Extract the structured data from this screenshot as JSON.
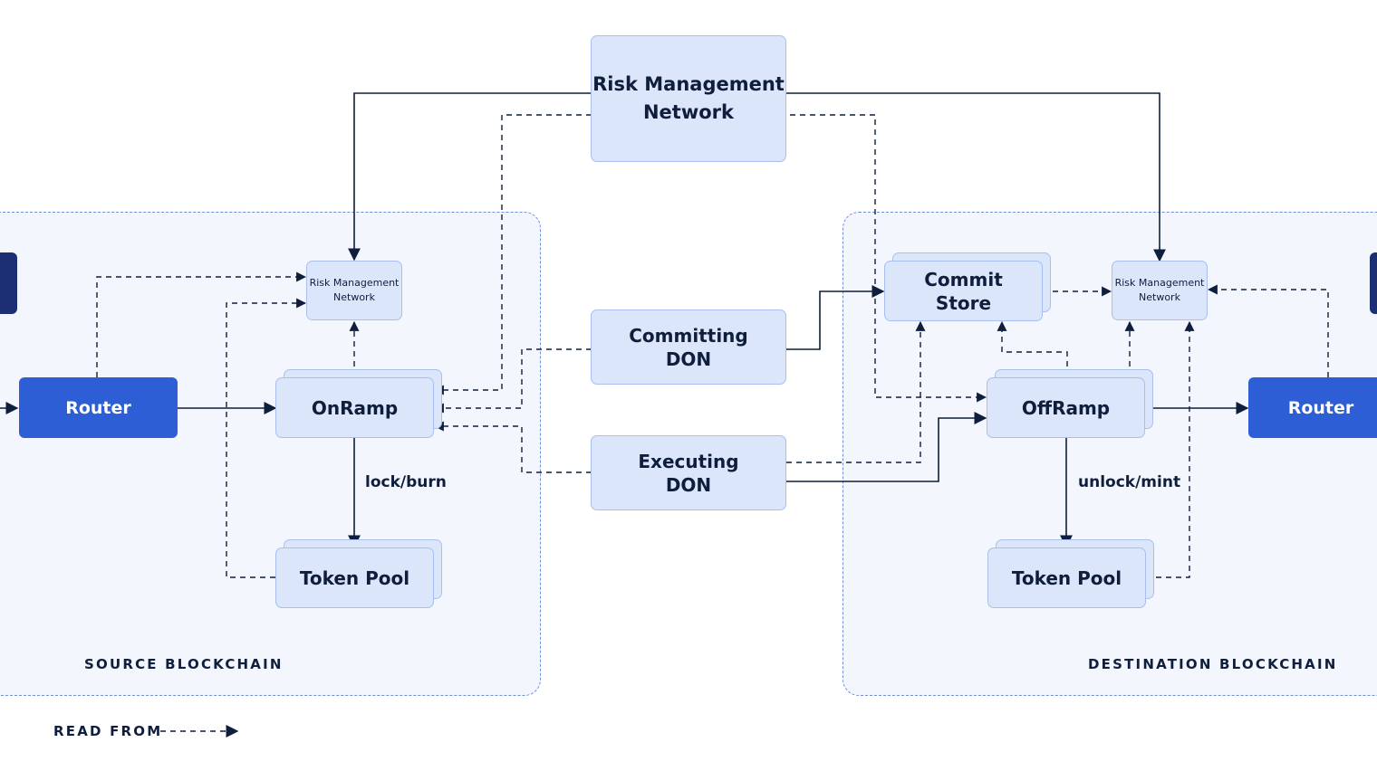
{
  "top": {
    "rmn_label": "Risk Management\nNetwork"
  },
  "middle": {
    "committing_don": "Committing\nDON",
    "executing_don": "Executing\nDON"
  },
  "source": {
    "region_label": "SOURCE BLOCKCHAIN",
    "router": "Router",
    "rmn": "Risk Management\nNetwork",
    "onramp": "OnRamp",
    "token_pool": "Token Pool",
    "edge_label": "lock/burn"
  },
  "destination": {
    "region_label": "DESTINATION BLOCKCHAIN",
    "router": "Router",
    "rmn": "Risk Management\nNetwork",
    "commit_store": "Commit\nStore",
    "offramp": "OffRamp",
    "token_pool": "Token Pool",
    "edge_label": "unlock/mint"
  },
  "legend": {
    "label": "READ FROM"
  },
  "colors": {
    "node_fill": "#dce6fb",
    "node_border": "#a9bff0",
    "router_fill": "#2d5ed6",
    "line": "#0f1e3c",
    "region_border": "#6f8fd6"
  }
}
